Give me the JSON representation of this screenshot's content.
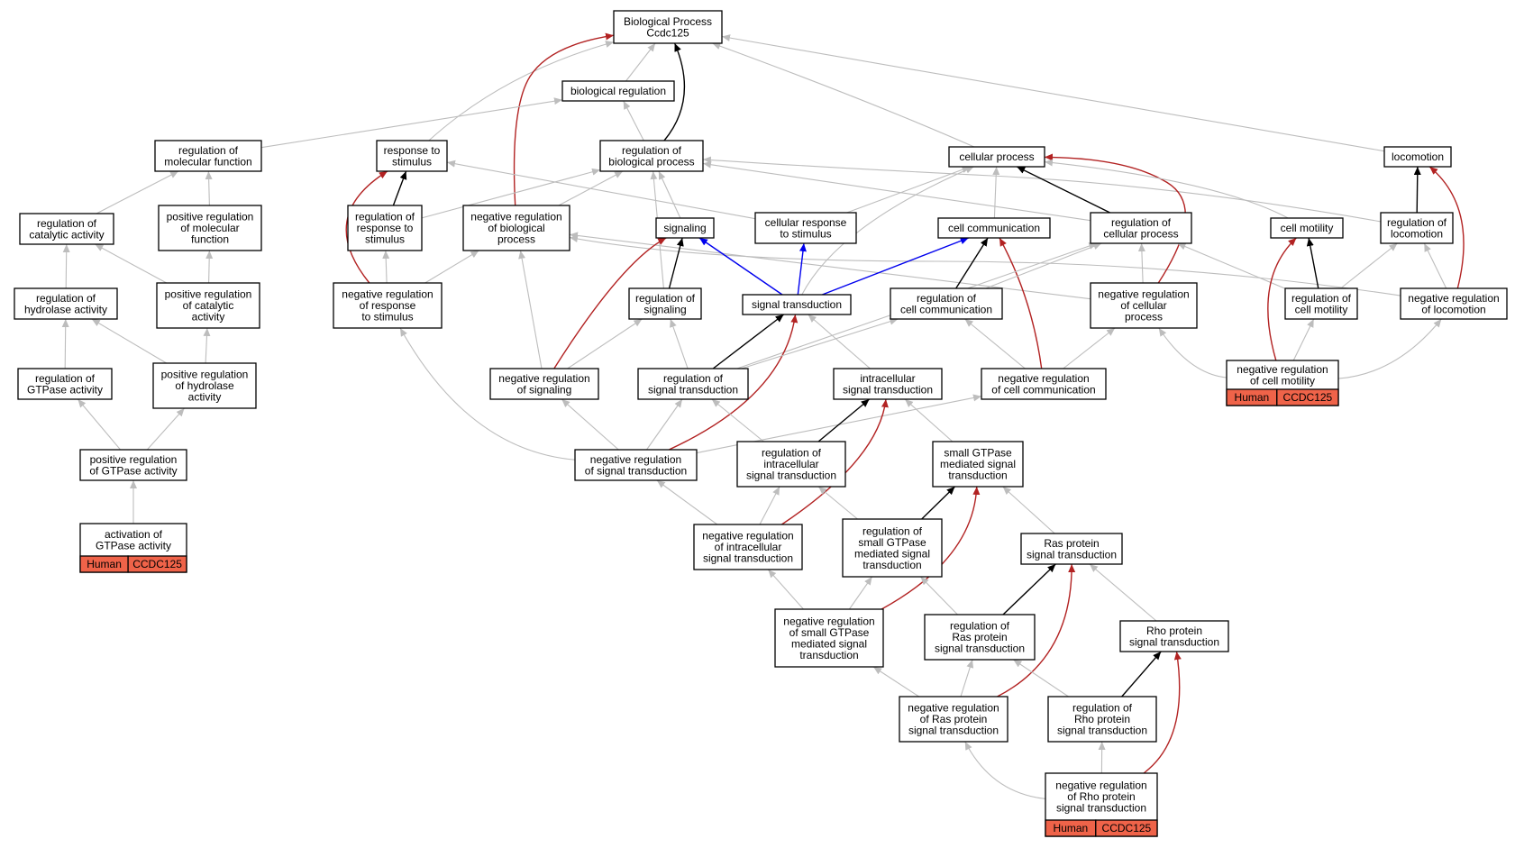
{
  "diagram": {
    "colors": {
      "default_edge": "#bdbdbd",
      "is_a": "#000000",
      "part_of": "#0000ee",
      "negatively_regulates": "#b22222",
      "annotation_fill": "#ef6349",
      "node_border": "#000000",
      "node_fill": "#ffffff"
    },
    "nodes": [
      {
        "id": "bp",
        "lines": [
          "Biological Process",
          "Ccdc125"
        ]
      },
      {
        "id": "bio_reg",
        "lines": [
          "biological regulation"
        ]
      },
      {
        "id": "reg_mol",
        "lines": [
          "regulation of",
          "molecular function"
        ]
      },
      {
        "id": "resp_stim",
        "lines": [
          "response to",
          "stimulus"
        ]
      },
      {
        "id": "reg_bp",
        "lines": [
          "regulation of",
          "biological process"
        ]
      },
      {
        "id": "cell_proc",
        "lines": [
          "cellular process"
        ]
      },
      {
        "id": "locomotion",
        "lines": [
          "locomotion"
        ]
      },
      {
        "id": "reg_cat",
        "lines": [
          "regulation of",
          "catalytic activity"
        ]
      },
      {
        "id": "pos_reg_mol",
        "lines": [
          "positive regulation",
          "of molecular",
          "function"
        ]
      },
      {
        "id": "reg_resp_stim",
        "lines": [
          "regulation of",
          "response to",
          "stimulus"
        ]
      },
      {
        "id": "neg_reg_bp",
        "lines": [
          "negative regulation",
          "of biological",
          "process"
        ]
      },
      {
        "id": "signaling",
        "lines": [
          "signaling"
        ]
      },
      {
        "id": "cell_resp",
        "lines": [
          "cellular response",
          "to stimulus"
        ]
      },
      {
        "id": "cell_comm",
        "lines": [
          "cell communication"
        ]
      },
      {
        "id": "reg_cell_proc",
        "lines": [
          "regulation of",
          "cellular process"
        ]
      },
      {
        "id": "cell_mot",
        "lines": [
          "cell motility"
        ]
      },
      {
        "id": "reg_loco",
        "lines": [
          "regulation of",
          "locomotion"
        ]
      },
      {
        "id": "reg_hydro",
        "lines": [
          "regulation of",
          "hydrolase activity"
        ]
      },
      {
        "id": "pos_reg_cat",
        "lines": [
          "positive regulation",
          "of catalytic",
          "activity"
        ]
      },
      {
        "id": "neg_reg_resp",
        "lines": [
          "negative regulation",
          "of response",
          "to stimulus"
        ]
      },
      {
        "id": "reg_sig",
        "lines": [
          "regulation of",
          "signaling"
        ]
      },
      {
        "id": "sig_trans",
        "lines": [
          "signal transduction"
        ]
      },
      {
        "id": "reg_cell_comm",
        "lines": [
          "regulation of",
          "cell communication"
        ]
      },
      {
        "id": "neg_reg_cell_proc",
        "lines": [
          "negative regulation",
          "of cellular",
          "process"
        ]
      },
      {
        "id": "reg_cell_mot",
        "lines": [
          "regulation of",
          "cell motility"
        ]
      },
      {
        "id": "neg_reg_loco",
        "lines": [
          "negative regulation",
          "of locomotion"
        ]
      },
      {
        "id": "reg_gtpase",
        "lines": [
          "regulation of",
          "GTPase activity"
        ]
      },
      {
        "id": "pos_reg_hydro",
        "lines": [
          "positive regulation",
          "of hydrolase",
          "activity"
        ]
      },
      {
        "id": "neg_reg_sig",
        "lines": [
          "negative regulation",
          "of signaling"
        ]
      },
      {
        "id": "reg_sig_trans",
        "lines": [
          "regulation of",
          "signal transduction"
        ]
      },
      {
        "id": "intra_sig",
        "lines": [
          "intracellular",
          "signal transduction"
        ]
      },
      {
        "id": "neg_reg_cell_comm",
        "lines": [
          "negative regulation",
          "of cell communication"
        ]
      },
      {
        "id": "neg_reg_cell_mot",
        "lines": [
          "negative regulation",
          "of cell motility"
        ],
        "annotation": [
          "Human",
          "CCDC125"
        ]
      },
      {
        "id": "pos_reg_gtpase",
        "lines": [
          "positive regulation",
          "of GTPase activity"
        ]
      },
      {
        "id": "neg_reg_sig_trans",
        "lines": [
          "negative regulation",
          "of signal transduction"
        ]
      },
      {
        "id": "reg_intra",
        "lines": [
          "regulation of",
          "intracellular",
          "signal transduction"
        ]
      },
      {
        "id": "small_gtp",
        "lines": [
          "small GTPase",
          "mediated signal",
          "transduction"
        ]
      },
      {
        "id": "act_gtpase",
        "lines": [
          "activation of",
          "GTPase activity"
        ],
        "annotation": [
          "Human",
          "CCDC125"
        ]
      },
      {
        "id": "neg_reg_intra",
        "lines": [
          "negative regulation",
          "of intracellular",
          "signal transduction"
        ]
      },
      {
        "id": "reg_small_gtp",
        "lines": [
          "regulation of",
          "small GTPase",
          "mediated signal",
          "transduction"
        ]
      },
      {
        "id": "ras",
        "lines": [
          "Ras protein",
          "signal transduction"
        ]
      },
      {
        "id": "neg_reg_small",
        "lines": [
          "negative regulation",
          "of small GTPase",
          "mediated signal",
          "transduction"
        ]
      },
      {
        "id": "reg_ras",
        "lines": [
          "regulation of",
          "Ras protein",
          "signal transduction"
        ]
      },
      {
        "id": "rho",
        "lines": [
          "Rho protein",
          "signal transduction"
        ]
      },
      {
        "id": "neg_reg_ras",
        "lines": [
          "negative regulation",
          "of Ras protein",
          "signal transduction"
        ]
      },
      {
        "id": "reg_rho",
        "lines": [
          "regulation of",
          "Rho protein",
          "signal transduction"
        ]
      },
      {
        "id": "neg_reg_rho",
        "lines": [
          "negative regulation",
          "of Rho protein",
          "signal transduction"
        ],
        "annotation": [
          "Human",
          "CCDC125"
        ]
      }
    ],
    "edges": [
      {
        "from": "bio_reg",
        "to": "bp",
        "rel": "default"
      },
      {
        "from": "resp_stim",
        "to": "bp",
        "rel": "default"
      },
      {
        "from": "reg_bp",
        "to": "bp",
        "rel": "is_a"
      },
      {
        "from": "neg_reg_bp",
        "to": "bp",
        "rel": "negatively_regulates"
      },
      {
        "from": "cell_proc",
        "to": "bp",
        "rel": "default"
      },
      {
        "from": "locomotion",
        "to": "bp",
        "rel": "default"
      },
      {
        "from": "reg_mol",
        "to": "bio_reg",
        "rel": "default"
      },
      {
        "from": "reg_bp",
        "to": "bio_reg",
        "rel": "default"
      },
      {
        "from": "reg_cat",
        "to": "reg_mol",
        "rel": "default"
      },
      {
        "from": "pos_reg_mol",
        "to": "reg_mol",
        "rel": "default"
      },
      {
        "from": "reg_hydro",
        "to": "reg_cat",
        "rel": "default"
      },
      {
        "from": "pos_reg_cat",
        "to": "reg_cat",
        "rel": "default"
      },
      {
        "from": "pos_reg_cat",
        "to": "pos_reg_mol",
        "rel": "default"
      },
      {
        "from": "reg_gtpase",
        "to": "reg_hydro",
        "rel": "default"
      },
      {
        "from": "pos_reg_hydro",
        "to": "reg_hydro",
        "rel": "default"
      },
      {
        "from": "pos_reg_hydro",
        "to": "pos_reg_cat",
        "rel": "default"
      },
      {
        "from": "pos_reg_gtpase",
        "to": "reg_gtpase",
        "rel": "default"
      },
      {
        "from": "pos_reg_gtpase",
        "to": "pos_reg_hydro",
        "rel": "default"
      },
      {
        "from": "act_gtpase",
        "to": "pos_reg_gtpase",
        "rel": "default"
      },
      {
        "from": "reg_resp_stim",
        "to": "resp_stim",
        "rel": "is_a"
      },
      {
        "from": "neg_reg_resp",
        "to": "resp_stim",
        "rel": "negatively_regulates"
      },
      {
        "from": "cell_resp",
        "to": "resp_stim",
        "rel": "default"
      },
      {
        "from": "reg_resp_stim",
        "to": "reg_bp",
        "rel": "default"
      },
      {
        "from": "neg_reg_bp",
        "to": "reg_bp",
        "rel": "default"
      },
      {
        "from": "signaling",
        "to": "reg_bp",
        "rel": "default"
      },
      {
        "from": "reg_sig",
        "to": "reg_bp",
        "rel": "default"
      },
      {
        "from": "reg_cell_proc",
        "to": "reg_bp",
        "rel": "default"
      },
      {
        "from": "reg_loco",
        "to": "reg_bp",
        "rel": "default"
      },
      {
        "from": "neg_reg_resp",
        "to": "reg_resp_stim",
        "rel": "default"
      },
      {
        "from": "neg_reg_resp",
        "to": "neg_reg_bp",
        "rel": "default"
      },
      {
        "from": "neg_reg_sig",
        "to": "neg_reg_bp",
        "rel": "default"
      },
      {
        "from": "neg_reg_cell_proc",
        "to": "neg_reg_bp",
        "rel": "default"
      },
      {
        "from": "neg_reg_loco",
        "to": "neg_reg_bp",
        "rel": "default"
      },
      {
        "from": "neg_reg_sig_trans",
        "to": "neg_reg_resp",
        "rel": "default"
      },
      {
        "from": "cell_resp",
        "to": "cell_proc",
        "rel": "default"
      },
      {
        "from": "cell_comm",
        "to": "cell_proc",
        "rel": "default"
      },
      {
        "from": "reg_cell_proc",
        "to": "cell_proc",
        "rel": "is_a"
      },
      {
        "from": "neg_reg_cell_proc",
        "to": "cell_proc",
        "rel": "negatively_regulates"
      },
      {
        "from": "cell_mot",
        "to": "cell_proc",
        "rel": "default"
      },
      {
        "from": "sig_trans",
        "to": "cell_proc",
        "rel": "default"
      },
      {
        "from": "reg_loco",
        "to": "locomotion",
        "rel": "is_a"
      },
      {
        "from": "neg_reg_loco",
        "to": "locomotion",
        "rel": "negatively_regulates"
      },
      {
        "from": "reg_sig",
        "to": "signaling",
        "rel": "is_a"
      },
      {
        "from": "neg_reg_sig",
        "to": "signaling",
        "rel": "negatively_regulates"
      },
      {
        "from": "sig_trans",
        "to": "signaling",
        "rel": "part_of"
      },
      {
        "from": "sig_trans",
        "to": "cell_resp",
        "rel": "part_of"
      },
      {
        "from": "sig_trans",
        "to": "cell_comm",
        "rel": "part_of"
      },
      {
        "from": "reg_cell_comm",
        "to": "cell_comm",
        "rel": "is_a"
      },
      {
        "from": "neg_reg_cell_comm",
        "to": "cell_comm",
        "rel": "negatively_regulates"
      },
      {
        "from": "reg_cell_comm",
        "to": "reg_cell_proc",
        "rel": "default"
      },
      {
        "from": "neg_reg_cell_proc",
        "to": "reg_cell_proc",
        "rel": "default"
      },
      {
        "from": "reg_cell_mot",
        "to": "reg_cell_proc",
        "rel": "default"
      },
      {
        "from": "reg_sig_trans",
        "to": "reg_cell_proc",
        "rel": "default"
      },
      {
        "from": "reg_cell_mot",
        "to": "cell_mot",
        "rel": "is_a"
      },
      {
        "from": "neg_reg_cell_mot",
        "to": "cell_mot",
        "rel": "negatively_regulates"
      },
      {
        "from": "reg_cell_mot",
        "to": "reg_loco",
        "rel": "default"
      },
      {
        "from": "neg_reg_loco",
        "to": "reg_loco",
        "rel": "default"
      },
      {
        "from": "neg_reg_sig",
        "to": "reg_sig",
        "rel": "default"
      },
      {
        "from": "reg_sig_trans",
        "to": "reg_sig",
        "rel": "default"
      },
      {
        "from": "reg_sig_trans",
        "to": "sig_trans",
        "rel": "is_a"
      },
      {
        "from": "neg_reg_sig_trans",
        "to": "sig_trans",
        "rel": "negatively_regulates"
      },
      {
        "from": "intra_sig",
        "to": "sig_trans",
        "rel": "default"
      },
      {
        "from": "reg_sig_trans",
        "to": "reg_cell_comm",
        "rel": "default"
      },
      {
        "from": "neg_reg_cell_comm",
        "to": "reg_cell_comm",
        "rel": "default"
      },
      {
        "from": "neg_reg_cell_comm",
        "to": "neg_reg_cell_proc",
        "rel": "default"
      },
      {
        "from": "neg_reg_cell_mot",
        "to": "neg_reg_cell_proc",
        "rel": "default"
      },
      {
        "from": "neg_reg_cell_mot",
        "to": "reg_cell_mot",
        "rel": "default"
      },
      {
        "from": "neg_reg_cell_mot",
        "to": "neg_reg_loco",
        "rel": "default"
      },
      {
        "from": "neg_reg_sig_trans",
        "to": "neg_reg_sig",
        "rel": "default"
      },
      {
        "from": "neg_reg_sig_trans",
        "to": "reg_sig_trans",
        "rel": "default"
      },
      {
        "from": "reg_intra",
        "to": "reg_sig_trans",
        "rel": "default"
      },
      {
        "from": "neg_reg_sig_trans",
        "to": "neg_reg_cell_comm",
        "rel": "default"
      },
      {
        "from": "reg_intra",
        "to": "intra_sig",
        "rel": "is_a"
      },
      {
        "from": "neg_reg_intra",
        "to": "intra_sig",
        "rel": "negatively_regulates"
      },
      {
        "from": "small_gtp",
        "to": "intra_sig",
        "rel": "default"
      },
      {
        "from": "neg_reg_intra",
        "to": "neg_reg_sig_trans",
        "rel": "default"
      },
      {
        "from": "neg_reg_intra",
        "to": "reg_intra",
        "rel": "default"
      },
      {
        "from": "reg_small_gtp",
        "to": "reg_intra",
        "rel": "default"
      },
      {
        "from": "reg_small_gtp",
        "to": "small_gtp",
        "rel": "is_a"
      },
      {
        "from": "neg_reg_small",
        "to": "small_gtp",
        "rel": "negatively_regulates"
      },
      {
        "from": "ras",
        "to": "small_gtp",
        "rel": "default"
      },
      {
        "from": "neg_reg_small",
        "to": "neg_reg_intra",
        "rel": "default"
      },
      {
        "from": "neg_reg_small",
        "to": "reg_small_gtp",
        "rel": "default"
      },
      {
        "from": "reg_ras",
        "to": "reg_small_gtp",
        "rel": "default"
      },
      {
        "from": "reg_ras",
        "to": "ras",
        "rel": "is_a"
      },
      {
        "from": "neg_reg_ras",
        "to": "ras",
        "rel": "negatively_regulates"
      },
      {
        "from": "rho",
        "to": "ras",
        "rel": "default"
      },
      {
        "from": "neg_reg_ras",
        "to": "neg_reg_small",
        "rel": "default"
      },
      {
        "from": "neg_reg_ras",
        "to": "reg_ras",
        "rel": "default"
      },
      {
        "from": "reg_rho",
        "to": "reg_ras",
        "rel": "default"
      },
      {
        "from": "reg_rho",
        "to": "rho",
        "rel": "is_a"
      },
      {
        "from": "neg_reg_rho",
        "to": "rho",
        "rel": "negatively_regulates"
      },
      {
        "from": "neg_reg_rho",
        "to": "neg_reg_ras",
        "rel": "default"
      },
      {
        "from": "neg_reg_rho",
        "to": "reg_rho",
        "rel": "default"
      }
    ]
  }
}
